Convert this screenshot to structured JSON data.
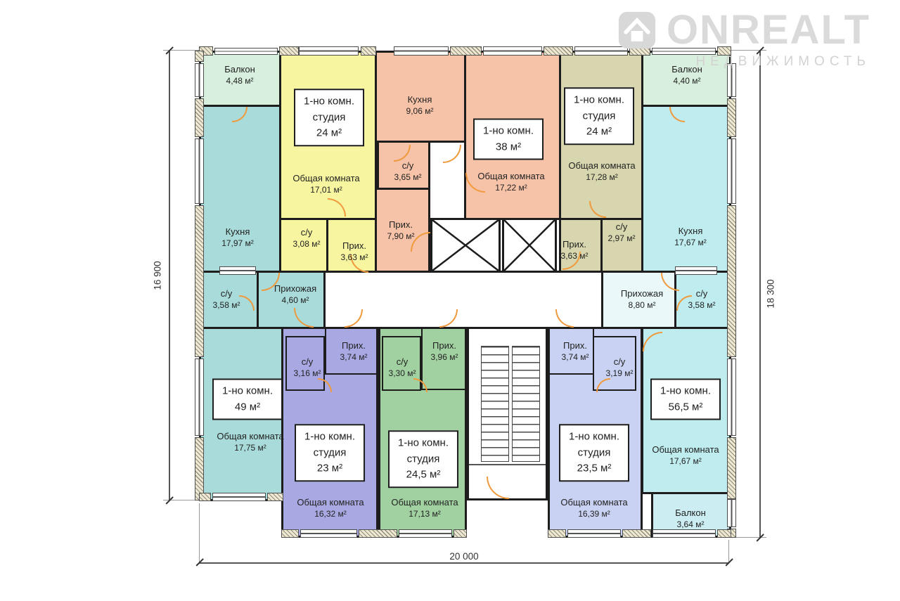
{
  "logo": {
    "brand": "ONREALT",
    "subtitle": "НЕДВИЖИМОСТЬ"
  },
  "dimensions": {
    "left": "16 900",
    "right": "18 300",
    "bottom": "20 000"
  },
  "apartments": {
    "studio24_yellow": {
      "type": "1-но комн.",
      "sub": "студия",
      "area": "24 м²"
    },
    "flat38": {
      "type": "1-но комн.",
      "area": "38 м²"
    },
    "studio24_olive": {
      "type": "1-но комн.",
      "sub": "студия",
      "area": "24 м²"
    },
    "flat49": {
      "type": "1-но комн.",
      "area": "49 м²"
    },
    "studio23": {
      "type": "1-но комн.",
      "sub": "студия",
      "area": "23 м²"
    },
    "studio245": {
      "type": "1-но комн.",
      "sub": "студия",
      "area": "24,5 м²"
    },
    "studio235": {
      "type": "1-но комн.",
      "sub": "студия",
      "area": "23,5 м²"
    },
    "flat565": {
      "type": "1-но комн.",
      "area": "56,5 м²"
    }
  },
  "rooms": {
    "balcony_tl": {
      "name": "Балкон",
      "area": "4,48 м²"
    },
    "kitchen_tl": {
      "name": "Кухня",
      "area": "17,97 м²"
    },
    "su_tl": {
      "name": "с/у",
      "area": "3,58 м²"
    },
    "hall_tl": {
      "name": "Прихожая",
      "area": "4,60 м²"
    },
    "common_tl": {
      "name": "Общая комната",
      "area": "17,75 м²"
    },
    "common_yellow": {
      "name": "Общая комната",
      "area": "17,01 м²"
    },
    "su_yellow": {
      "name": "с/у",
      "area": "3,08 м²"
    },
    "prih_yellow": {
      "name": "Прих.",
      "area": "3,63 м²"
    },
    "kitchen_salmon": {
      "name": "Кухня",
      "area": "9,06 м²"
    },
    "su_salmon": {
      "name": "с/у",
      "area": "3,65 м²"
    },
    "prih_salmon": {
      "name": "Прих.",
      "area": "7,90 м²"
    },
    "common_salmon": {
      "name": "Общая комната",
      "area": "17,22 м²"
    },
    "common_olive": {
      "name": "Общая комната",
      "area": "17,28 м²"
    },
    "su_olive": {
      "name": "с/у",
      "area": "2,97 м²"
    },
    "prih_olive": {
      "name": "Прих.",
      "area": "3,63 м²"
    },
    "balcony_tr": {
      "name": "Балкон",
      "area": "4,40 м²"
    },
    "kitchen_tr": {
      "name": "Кухня",
      "area": "17,67 м²"
    },
    "hall_tr": {
      "name": "Прихожая",
      "area": "8,80 м²"
    },
    "su_tr": {
      "name": "с/у",
      "area": "3,58 м²"
    },
    "su_purple": {
      "name": "с/у",
      "area": "3,16 м²"
    },
    "prih_purple": {
      "name": "Прих.",
      "area": "3,74 м²"
    },
    "common_purple": {
      "name": "Общая комната",
      "area": "16,32 м²"
    },
    "su_green": {
      "name": "с/у",
      "area": "3,30 м²"
    },
    "prih_green": {
      "name": "Прих.",
      "area": "3,96 м²"
    },
    "common_green": {
      "name": "Общая комната",
      "area": "17,13 м²"
    },
    "prih_lav": {
      "name": "Прих.",
      "area": "3,74 м²"
    },
    "su_lav": {
      "name": "с/у",
      "area": "3,19 м²"
    },
    "common_lav": {
      "name": "Общая комната",
      "area": "16,39 м²"
    },
    "common_cyan": {
      "name": "Общая комната",
      "area": "17,67 м²"
    },
    "balcony_br": {
      "name": "Балкон",
      "area": "3,64 м²"
    }
  }
}
